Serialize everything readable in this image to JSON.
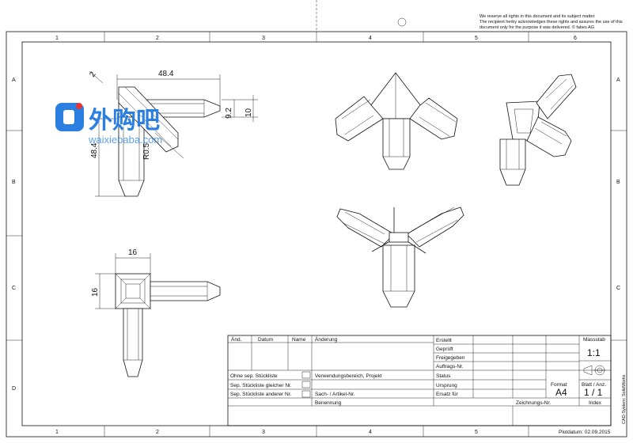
{
  "notice": [
    "We reserve all rights in this document and its subject matter.",
    "The recipient herby acknowledges these rights and assures the use of this",
    "document only for the purpose it was delivered.    © fabes AG"
  ],
  "zones": {
    "columns": [
      "1",
      "2",
      "3",
      "4",
      "5",
      "6"
    ],
    "rows": [
      "A",
      "B",
      "C",
      "D"
    ]
  },
  "dimensions": {
    "top_length": "48.4",
    "chamfer": "2",
    "height_inner": "9.2",
    "height_outer": "10",
    "side_length": "48.4",
    "radius": "R0.5",
    "width_top": "16",
    "width_side": "16"
  },
  "watermark": {
    "text": "外购吧",
    "url": "waixiebaba.com",
    "color": "#2a7fe0"
  },
  "title_block": {
    "rev_headers": [
      "Änd.",
      "Datum",
      "Name",
      "Änderung"
    ],
    "bom_options": [
      "Ohne sep. Stückliste",
      "Sep. Stückliste gleicher Nr.",
      "Sep. Stückliste anderer Nr."
    ],
    "usage_label": "Verwendungsbereich, Projekt",
    "article_label": "Sach- / Artikel-Nr.",
    "name_label": "Benennung",
    "approval_labels": [
      "Erstellt",
      "Geprüft",
      "Freigegeben",
      "Auftrags-Nr.",
      "Status",
      "Ursprung",
      "Ersatz für"
    ],
    "scale_label": "Massstab",
    "scale_value": "1:1",
    "format_label": "Format",
    "format_value": "A4",
    "sheet_label": "Blatt / Anz.",
    "sheet_value": "1 / 1",
    "drawing_no_label": "Zeichnungs-Nr.",
    "index_label": "Index",
    "cad_system": "CAD-System: SolidWorks",
    "plot_date": "Plotdatum: 02.09.2015"
  }
}
